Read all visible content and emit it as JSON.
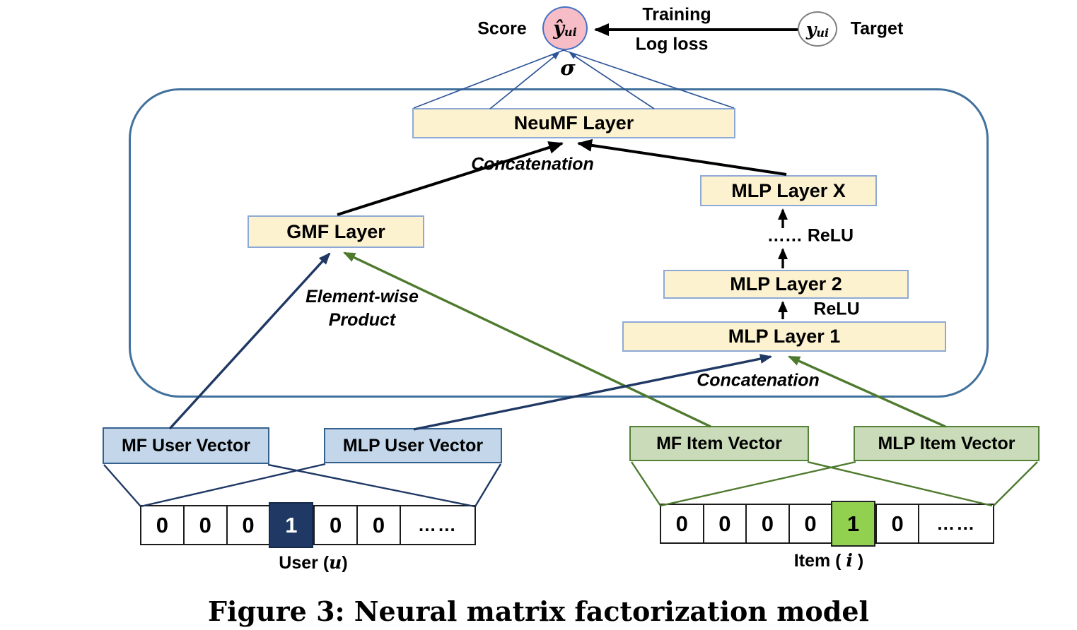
{
  "colors": {
    "enclosure_border": "#41719C",
    "layer_box_fill": "#FCF2CF",
    "layer_box_border": "#8FA9D6",
    "user_box_fill": "#C3D6EA",
    "user_box_border": "#35618F",
    "item_box_fill": "#C9DBB8",
    "item_box_border": "#538135",
    "user_hot_cell": "#1F3864",
    "item_hot_cell": "#92D050",
    "score_circle_fill": "#F6BDC6",
    "score_circle_border": "#4472C4",
    "navy_arrow": "#1F3864",
    "green_arrow": "#4E7A2E",
    "fan_line": "#2E5597",
    "black_arrow": "#000000"
  },
  "top": {
    "score_label": "Score",
    "yhat": {
      "base": "ŷ",
      "sub": "ui"
    },
    "training_label": "Training",
    "logloss_label": "Log loss",
    "ytrue": {
      "base": "y",
      "sub": "ui"
    },
    "target_label": "Target",
    "sigma": "σ"
  },
  "network": {
    "neumf_label": "NeuMF Layer",
    "concat_top_label": "Concatenation",
    "gmf_label": "GMF Layer",
    "mlp_x_label": "MLP Layer X",
    "relu_dots_label": "…… ReLU",
    "mlp_2_label": "MLP Layer 2",
    "relu_label": "ReLU",
    "mlp_1_label": "MLP Layer 1",
    "elementwise_line1": "Element-wise",
    "elementwise_line2": "Product",
    "concat_bottom_label": "Concatenation"
  },
  "embeddings": {
    "mf_user_label": "MF User Vector",
    "mlp_user_label": "MLP User Vector",
    "mf_item_label": "MF Item Vector",
    "mlp_item_label": "MLP Item Vector"
  },
  "user_input": {
    "cells": [
      "0",
      "0",
      "0",
      "1",
      "0",
      "0",
      "……"
    ],
    "hot_index": 3,
    "label_prefix": "User (",
    "label_var": "u",
    "label_suffix": ")"
  },
  "item_input": {
    "cells": [
      "0",
      "0",
      "0",
      "0",
      "1",
      "0",
      "……"
    ],
    "hot_index": 4,
    "label_prefix": "Item ( ",
    "label_var": "i",
    "label_suffix": " )"
  },
  "caption": "Figure 3: Neural matrix factorization model"
}
